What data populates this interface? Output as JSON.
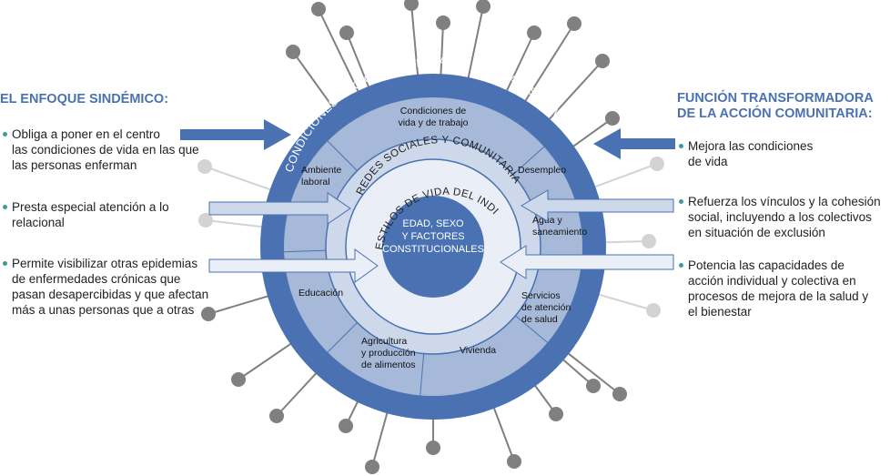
{
  "left_panel": {
    "title": "EL ENFOQUE SINDÉMICO:",
    "bullets": [
      {
        "lines": [
          "Obliga a poner en el centro",
          "las condiciones de vida en las que",
          "las personas enferman"
        ]
      },
      {
        "lines": [
          "Presta especial atención a lo",
          "relacional"
        ]
      },
      {
        "lines": [
          "Permite visibilizar otras epidemias",
          "de enfermedades crónicas que",
          "pasan desapercibidas y que afectan",
          "más a unas personas que a otras"
        ]
      }
    ]
  },
  "right_panel": {
    "title_lines": [
      "FUNCIÓN TRANSFORMADORA",
      "DE LA ACCIÓN COMUNITARIA:"
    ],
    "bullets": [
      {
        "lines": [
          "Mejora las condiciones",
          "de vida"
        ]
      },
      {
        "lines": [
          "Refuerza los vínculos y la cohesión",
          "social, incluyendo a los colectivos",
          "en situación de exclusión"
        ]
      },
      {
        "lines": [
          "Potencia las capacidades de",
          "acción individual y colectiva en",
          "procesos de mejora de la salud y",
          "el bienestar"
        ]
      }
    ]
  },
  "diagram": {
    "outer_ring_label": "CONDICIONES SOCIOECONÓMICAS, CULTURALES Y AMBIENTALES",
    "network_ring_label": "REDES SOCIALES Y COMUNITARIAS",
    "lifestyle_ring_label": "ESTILOS DE VIDA DEL INDIVIDUO",
    "core_lines": [
      "EDAD, SEXO",
      "Y FACTORES",
      "CONSTITUCIONALES"
    ],
    "segments": [
      {
        "lines": [
          "Condiciones de",
          "vida y de trabajo"
        ]
      },
      {
        "lines": [
          "Desempleo"
        ]
      },
      {
        "lines": [
          "Agua y",
          "saneamiento"
        ]
      },
      {
        "lines": [
          "Servicios",
          "de atención",
          "de salud"
        ]
      },
      {
        "lines": [
          "Vivienda"
        ]
      },
      {
        "lines": [
          "Agricultura",
          "y producción",
          "de alimentos"
        ]
      },
      {
        "lines": [
          "Educación"
        ]
      },
      {
        "lines": [
          "Ambiente",
          "laboral"
        ]
      }
    ]
  },
  "colors": {
    "primary_blue": "#4a72b2",
    "segment_blue": "#a7b9d8",
    "network_blue": "#cdd8ea",
    "lifestyle_blue": "#eaeef7",
    "dot_dark": "#808080",
    "dot_light": "#d3d3d3",
    "bullet_teal": "#3a9a9c"
  }
}
